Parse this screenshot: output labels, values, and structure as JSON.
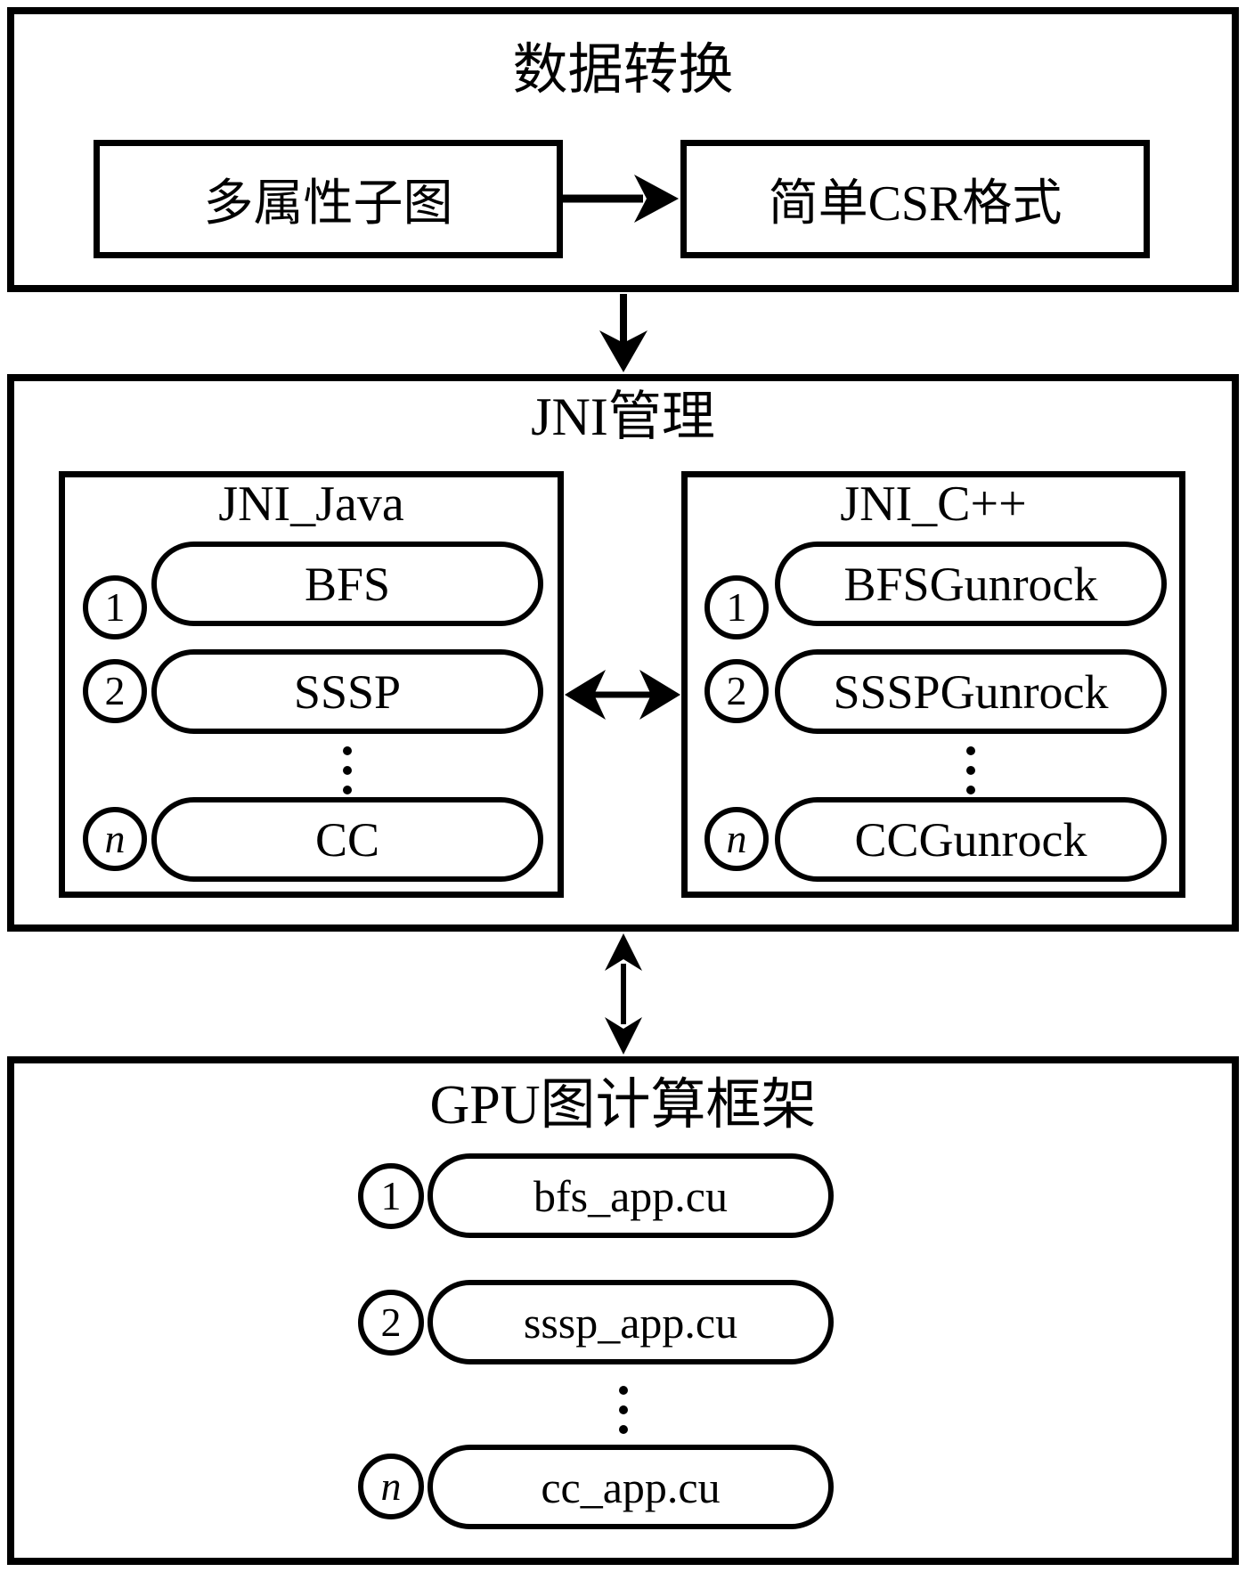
{
  "colors": {
    "line": "#000000",
    "background": "#ffffff"
  },
  "top": {
    "title": "数据转换",
    "source_box": "多属性子图",
    "target_box": "简单CSR格式"
  },
  "jni": {
    "title": "JNI管理",
    "java": {
      "title": "JNI_Java",
      "items": [
        {
          "index": "1",
          "label": "BFS"
        },
        {
          "index": "2",
          "label": "SSSP"
        },
        {
          "index": "n",
          "label": "CC"
        }
      ]
    },
    "cpp": {
      "title": "JNI_C++",
      "items": [
        {
          "index": "1",
          "label": "BFSGunrock"
        },
        {
          "index": "2",
          "label": "SSSPGunrock"
        },
        {
          "index": "n",
          "label": "CCGunrock"
        }
      ]
    }
  },
  "gpu": {
    "title": "GPU图计算框架",
    "items": [
      {
        "index": "1",
        "label": "bfs_app.cu"
      },
      {
        "index": "2",
        "label": "sssp_app.cu"
      },
      {
        "index": "n",
        "label": "cc_app.cu"
      }
    ]
  }
}
